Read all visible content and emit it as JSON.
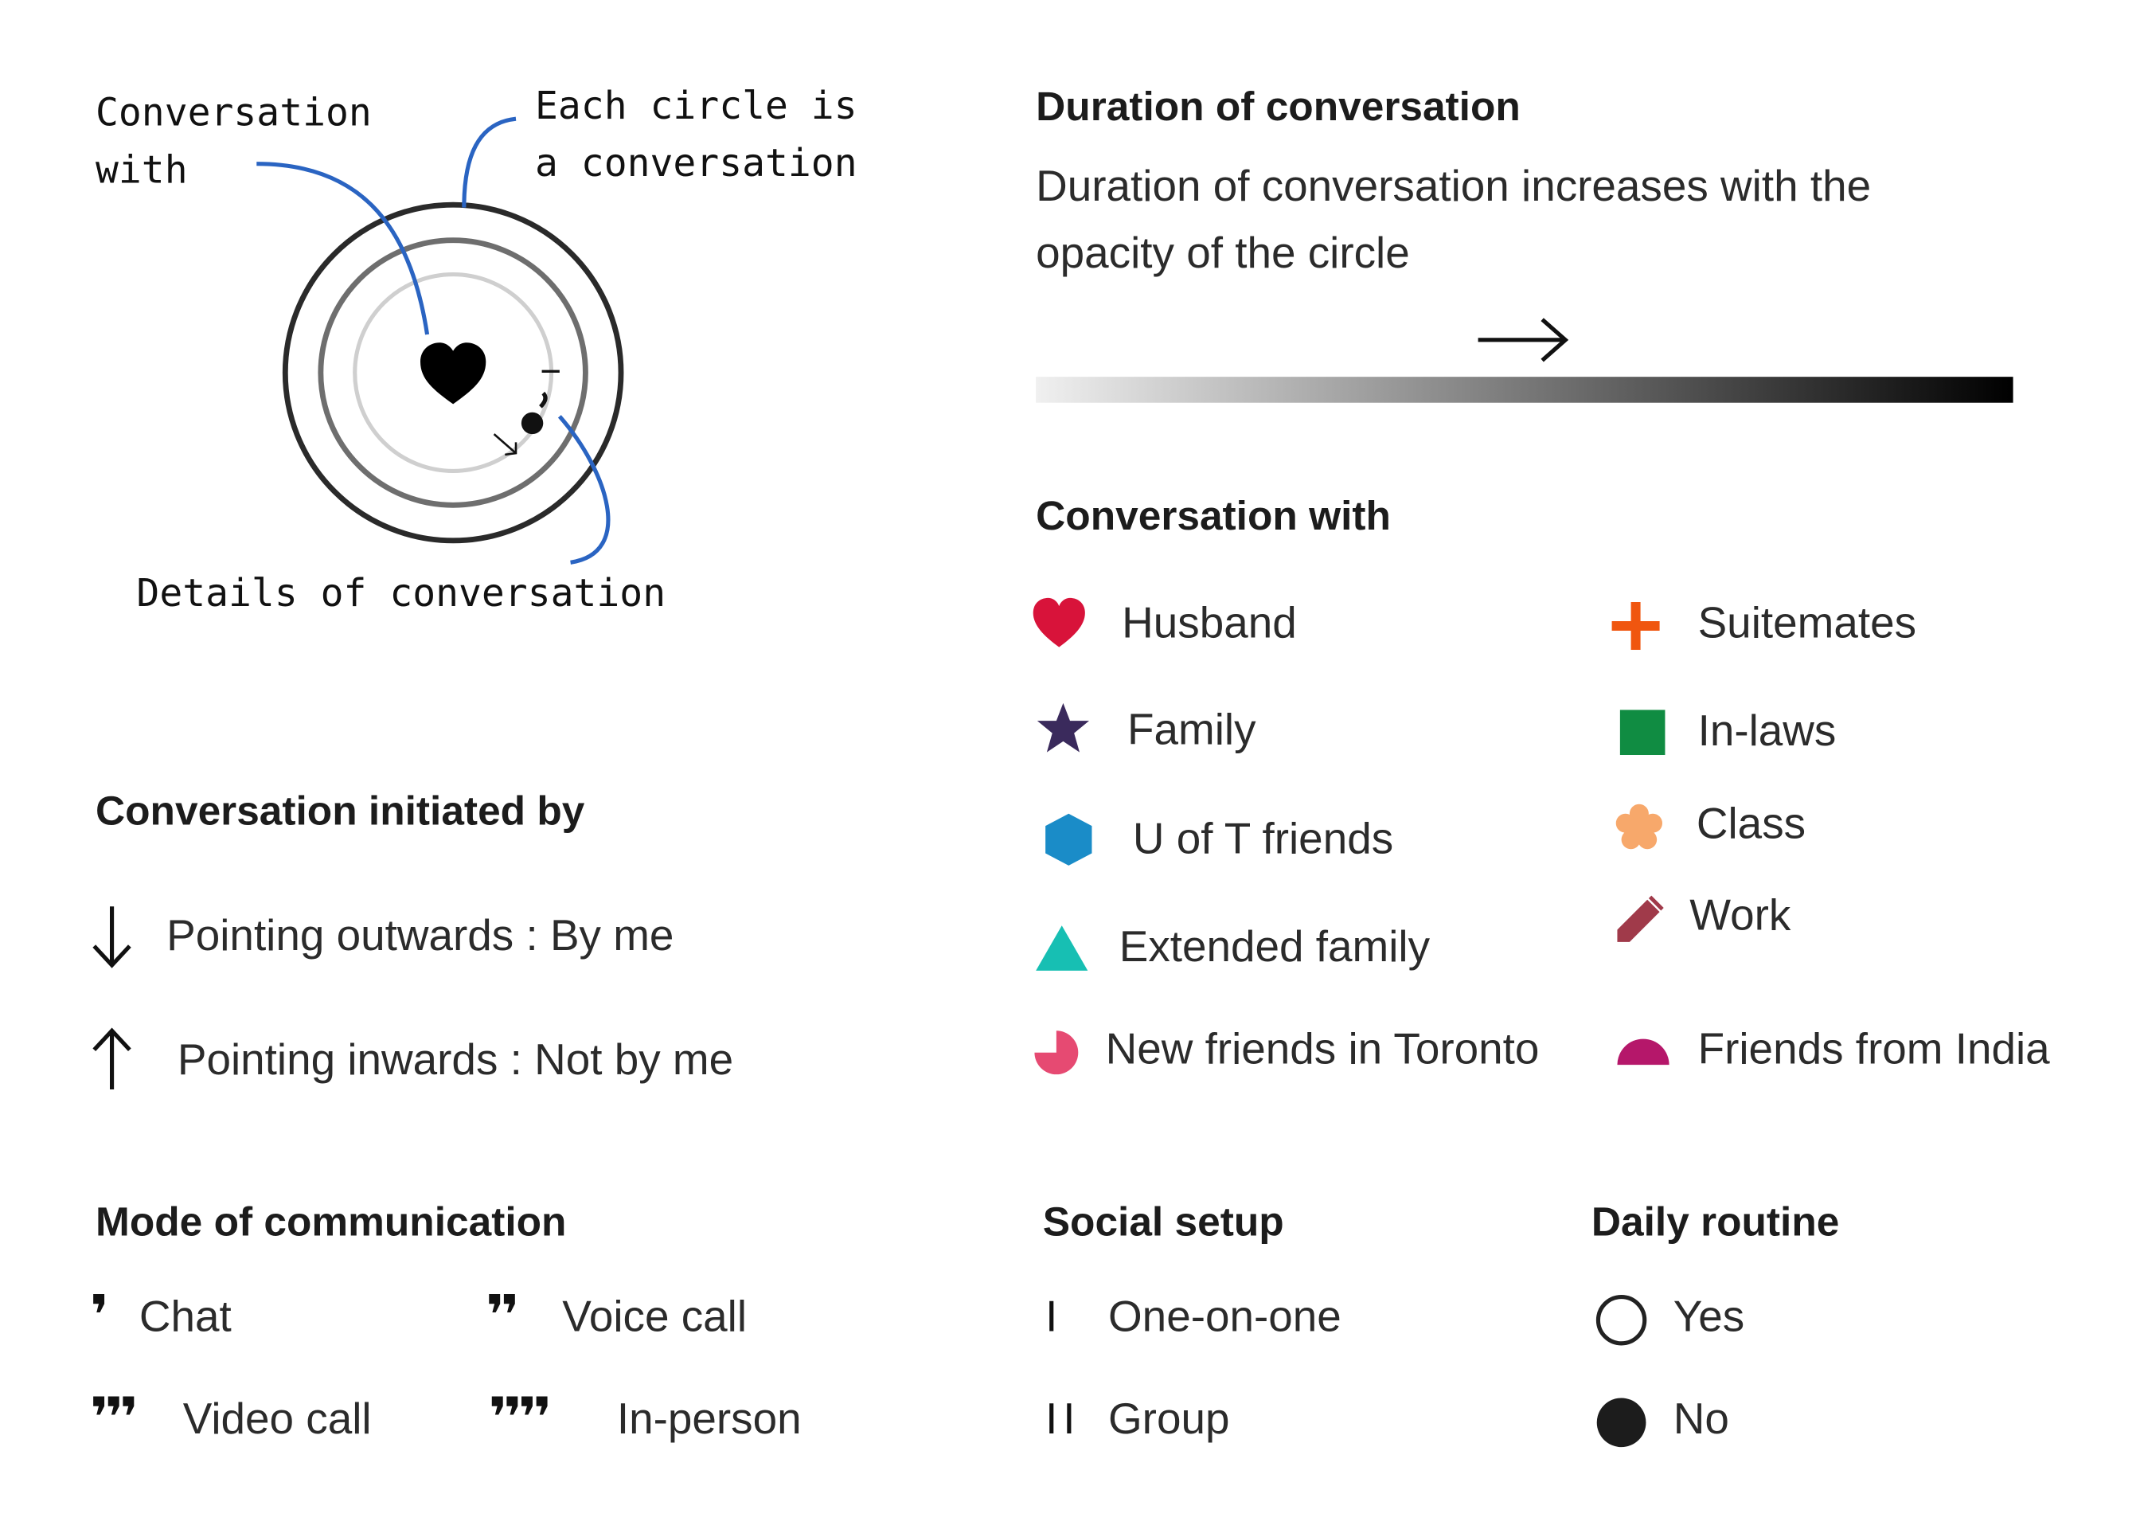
{
  "explainer": {
    "conversation_with_label_line1": "Conversation",
    "conversation_with_label_line2": "with",
    "each_circle_line1": "Each circle is",
    "each_circle_line2": "a conversation",
    "details_label": "Details of conversation",
    "icon": "heart-icon"
  },
  "duration": {
    "title": "Duration of conversation",
    "description_line1": "Duration of conversation increases with the",
    "description_line2": "opacity of the circle"
  },
  "conversation_with": {
    "title": "Conversation with",
    "items": [
      {
        "label": "Husband",
        "icon": "heart-icon",
        "color": "#d8133a"
      },
      {
        "label": "Family",
        "icon": "star-icon",
        "color": "#3a2a5c"
      },
      {
        "label": "U of T friends",
        "icon": "hexagon-icon",
        "color": "#1a8cc8"
      },
      {
        "label": "Extended family",
        "icon": "triangle-icon",
        "color": "#17bfb3"
      },
      {
        "label": "New friends in Toronto",
        "icon": "pie-icon",
        "color": "#e64a72"
      },
      {
        "label": "Suitemates",
        "icon": "plus-icon",
        "color": "#f0560f"
      },
      {
        "label": "In-laws",
        "icon": "square-icon",
        "color": "#108c42"
      },
      {
        "label": "Class",
        "icon": "flower-icon",
        "color": "#f7a86b"
      },
      {
        "label": "Work",
        "icon": "pencil-icon",
        "color": "#a03a4a"
      },
      {
        "label": "Friends from India",
        "icon": "semicircle-icon",
        "color": "#b5176a"
      }
    ]
  },
  "initiated_by": {
    "title": "Conversation initiated by",
    "items": [
      {
        "label": "Pointing outwards : By me",
        "icon": "arrow-down-icon"
      },
      {
        "label": "Pointing inwards : Not by me",
        "icon": "arrow-up-icon"
      }
    ]
  },
  "mode": {
    "title": "Mode of communication",
    "items": [
      {
        "label": "Chat",
        "glyph": "❜"
      },
      {
        "label": "Voice call",
        "glyph": "❜❜"
      },
      {
        "label": "Video call",
        "glyph": "❜❜❜"
      },
      {
        "label": "In-person",
        "glyph": "❜❜❜❜"
      }
    ]
  },
  "social": {
    "title": "Social setup",
    "items": [
      {
        "label": "One-on-one",
        "glyph": "I"
      },
      {
        "label": "Group",
        "glyph": "II"
      }
    ]
  },
  "routine": {
    "title": "Daily routine",
    "items": [
      {
        "label": "Yes",
        "icon": "open-circle-icon"
      },
      {
        "label": "No",
        "icon": "filled-circle-icon"
      }
    ]
  }
}
